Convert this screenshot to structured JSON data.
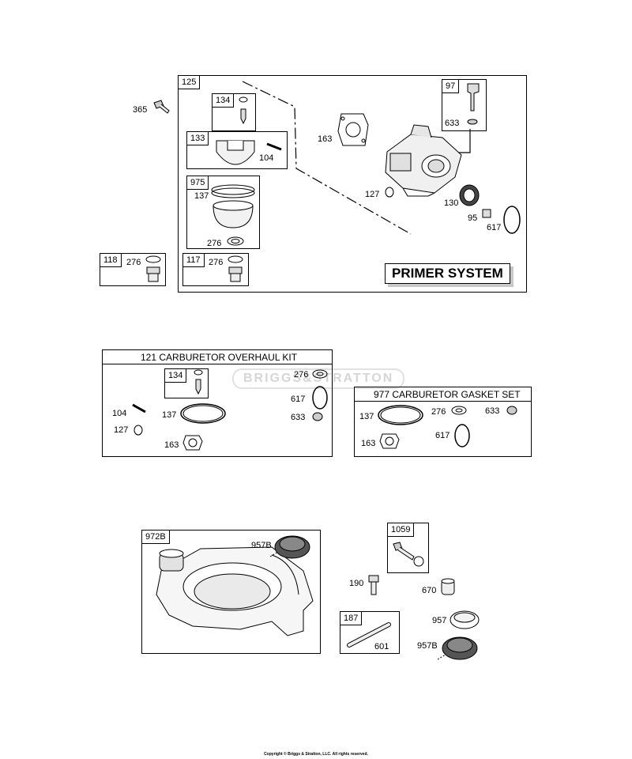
{
  "primer": {
    "box_label": "125",
    "badge": "PRIMER SYSTEM",
    "sub_134": {
      "label": "134"
    },
    "sub_133": {
      "label": "133",
      "part": "104"
    },
    "sub_975": {
      "label": "975",
      "part_a": "137",
      "part_b": "276"
    },
    "sub_97": {
      "label": "97",
      "part": "633"
    },
    "sub_117": {
      "label": "117",
      "part": "276"
    },
    "parts": {
      "p163": "163",
      "p127": "127",
      "p130": "130",
      "p95": "95",
      "p617": "617"
    }
  },
  "outside": {
    "p365": "365",
    "sub_118": {
      "label": "118",
      "part": "276"
    }
  },
  "overhaul": {
    "title": "121 CARBURETOR OVERHAUL KIT",
    "sub_134": {
      "label": "134"
    },
    "parts": {
      "p276": "276",
      "p617": "617",
      "p633": "633",
      "p104": "104",
      "p137": "137",
      "p127": "127",
      "p163": "163"
    }
  },
  "gasket": {
    "title": "977 CARBURETOR GASKET SET",
    "parts": {
      "p137": "137",
      "p276": "276",
      "p633": "633",
      "p617": "617",
      "p163": "163"
    }
  },
  "tank": {
    "label": "972B",
    "part": "957B"
  },
  "misc": {
    "sub_1059": {
      "label": "1059"
    },
    "sub_187": {
      "label": "187",
      "part": "601"
    },
    "parts": {
      "p190": "190",
      "p670": "670",
      "p957": "957",
      "p957b": "957B"
    }
  },
  "watermark": "BRIGGS&STRATTON",
  "copyright": "Copyright © Briggs & Stratton, LLC. All rights reserved."
}
